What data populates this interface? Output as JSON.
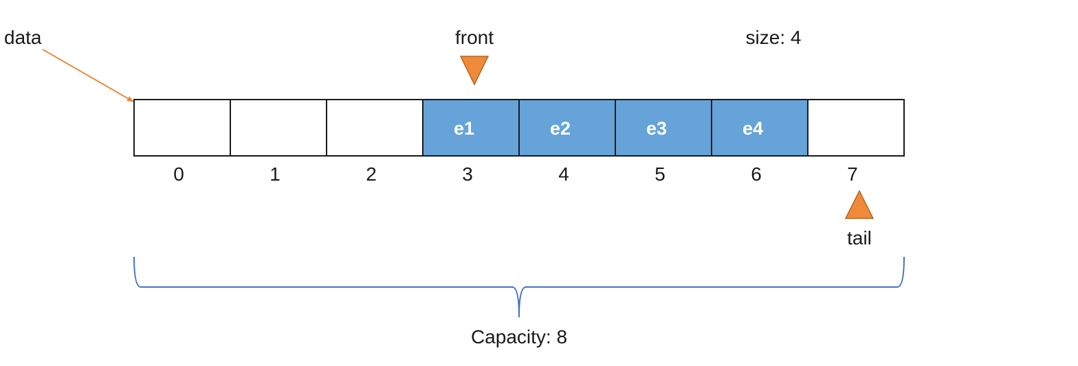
{
  "pointer_label": "data",
  "front_label": "front",
  "tail_label": "tail",
  "size_label": "size: 4",
  "capacity_label": "Capacity: 8",
  "front_index": 3,
  "tail_index": 7,
  "cells": [
    {
      "index": "0",
      "value": ""
    },
    {
      "index": "1",
      "value": ""
    },
    {
      "index": "2",
      "value": ""
    },
    {
      "index": "3",
      "value": "e1"
    },
    {
      "index": "4",
      "value": "e2"
    },
    {
      "index": "5",
      "value": "e3"
    },
    {
      "index": "6",
      "value": "e4"
    },
    {
      "index": "7",
      "value": ""
    }
  ],
  "colors": {
    "filled": "#65a3d9",
    "empty": "#ffffff",
    "cell_border": "#1a1a1a",
    "marker": "#ef8a3a",
    "marker_border": "#b5651d",
    "brace": "#4472c4"
  }
}
